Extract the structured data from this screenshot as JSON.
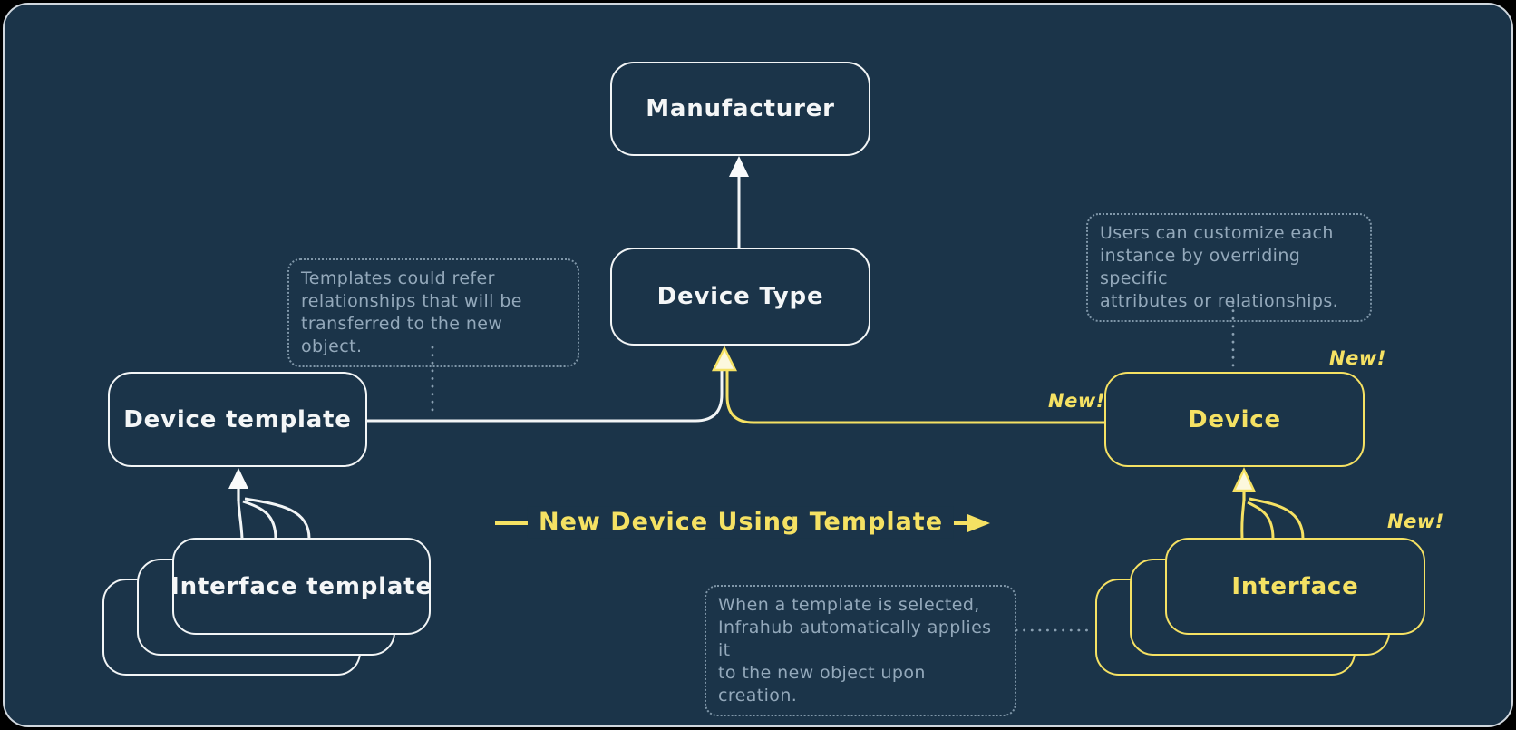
{
  "colors": {
    "background": "#1b3449",
    "ink_white": "#f2f5f6",
    "accent_yellow": "#f5e163",
    "note_gray_blue": "#94a9bb"
  },
  "nodes": {
    "manufacturer": {
      "label": "Manufacturer"
    },
    "device_type": {
      "label": "Device Type"
    },
    "device_template": {
      "label": "Device template"
    },
    "interface_template": {
      "label": "Interface template"
    },
    "device": {
      "label": "Device"
    },
    "interface": {
      "label": "Interface"
    }
  },
  "annotations": {
    "templates_note": {
      "text": "Templates could refer\nrelationships that will be\ntransferred to the new object."
    },
    "customize_note": {
      "text": "Users can customize each\ninstance by overriding specific\nattributes or relationships."
    },
    "apply_note": {
      "text": "When a template is selected,\nInfrahub automatically applies it\nto the new object upon creation."
    }
  },
  "labels": {
    "flow": "New Device Using Template",
    "new_device_line": "New!",
    "new_device_corner": "New!",
    "new_interface_corner": "New!"
  }
}
